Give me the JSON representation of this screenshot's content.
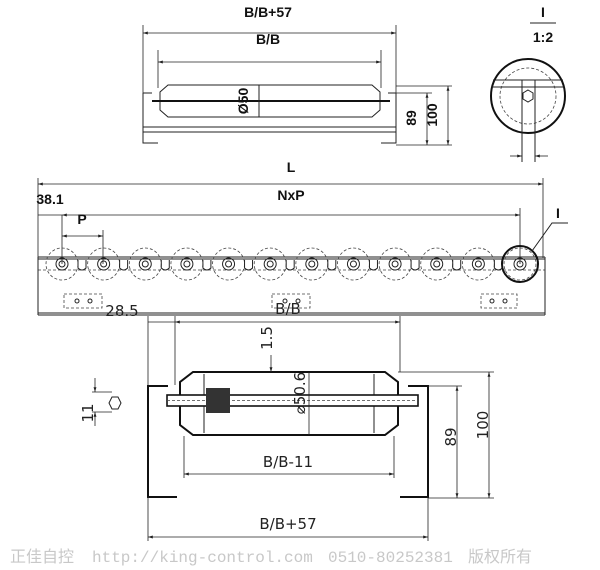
{
  "top_view": {
    "overall_width": "B/B+57",
    "inner_width": "B/B",
    "roller_dia": "Ø50",
    "height_89": "89",
    "height_100": "100"
  },
  "detail": {
    "label": "I",
    "scale": "1:2"
  },
  "side_view": {
    "length": "L",
    "pitch_total": "NxP",
    "offset": "38.1",
    "pitch": "P",
    "detail_ref": "I",
    "roller_count": 12
  },
  "section_view": {
    "offset": "28.5",
    "inner_width": "B/B",
    "wall": "1.5",
    "tube_dia": "⌀50.6",
    "hex": "11",
    "tube_length": "B/B-11",
    "overall_width": "B/B+57",
    "height_89": "89",
    "height_100": "100"
  },
  "watermark": {
    "name": "正佳自控",
    "url": "http://king-control.com",
    "phone": "0510-80252381",
    "rights": "版权所有"
  },
  "colors": {
    "line": "#222222",
    "watermark": "#c8c8c8"
  }
}
